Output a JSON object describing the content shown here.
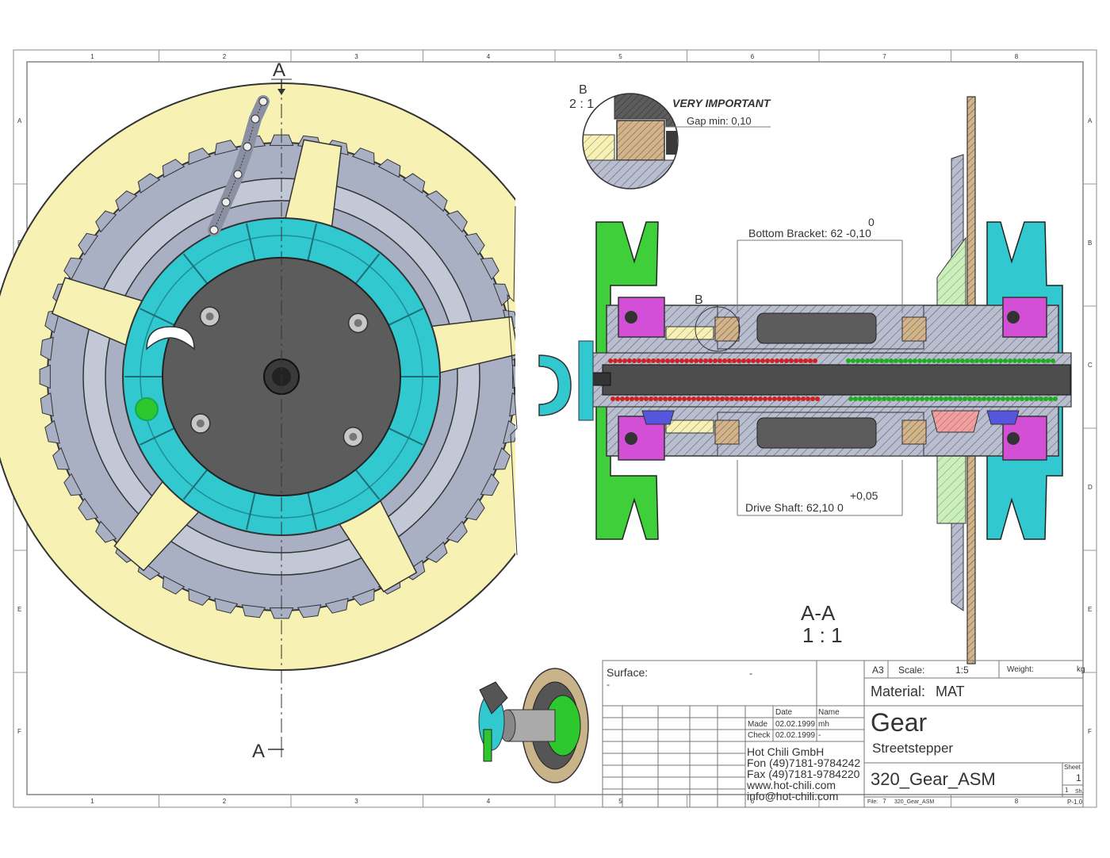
{
  "frame": {
    "columns": [
      "1",
      "2",
      "3",
      "4",
      "5",
      "6",
      "7",
      "8"
    ],
    "rows": [
      "A",
      "B",
      "C",
      "D",
      "E",
      "F"
    ]
  },
  "section_marks": {
    "top": "A",
    "bottom": "A"
  },
  "detail": {
    "label": "B",
    "scale": "2 : 1",
    "note": "VERY IMPORTANT",
    "gap": "Gap min: 0,10",
    "callout": "B"
  },
  "dimensions": {
    "bottom_bracket_label": "Bottom Bracket: 62 -0,10",
    "bottom_bracket_upper": "0",
    "drive_shaft_label": "Drive Shaft: 62,10  0",
    "drive_shaft_upper": "+0,05"
  },
  "section_view": {
    "name": "A-A",
    "scale": "1 : 1"
  },
  "title_block": {
    "surface_label": "Surface:",
    "surface_value": "-",
    "surface_dash": "-",
    "date_label": "Date",
    "name_label": "Name",
    "made_label": "Made",
    "made_date": "02.02.1999",
    "made_name": "mh",
    "check_label": "Check",
    "check_date": "02.02.1999",
    "check_name": "-",
    "company": [
      "Hot Chili GmbH",
      "Fon (49)7181-9784242",
      "Fax (49)7181-9784220",
      "www.hot-chili.com",
      "info@hot-chili.com"
    ],
    "format": "A3",
    "scale_label": "Scale:",
    "scale_value": "1:5",
    "weight_label": "Weight:",
    "weight_unit": "kg",
    "material_label": "Material:",
    "material_value": "MAT",
    "title": "Gear",
    "subtitle": "Streetstepper",
    "drawing_number": "320_Gear_ASM",
    "sheet_label": "Sheet",
    "sheet_number": "1",
    "sheet_count": "1",
    "sheet_count_label": "Sh.",
    "file_label": "File:",
    "file_value": "320_Gear_ASM",
    "revision": "P-1.0"
  },
  "colors": {
    "pale_yellow": "#f7f2b4",
    "teal": "#31c8cf",
    "steel": "#a9b0c4",
    "dark_gray": "#5c5c5c",
    "green": "#3fcf3a",
    "magenta": "#d24fd6",
    "tan": "#d2b48c",
    "red_balls": "#cc2222",
    "green_balls": "#22aa22",
    "blue_block": "#5555dd",
    "pink_block": "#f0a0a0",
    "light_green": "#cdeebb"
  }
}
